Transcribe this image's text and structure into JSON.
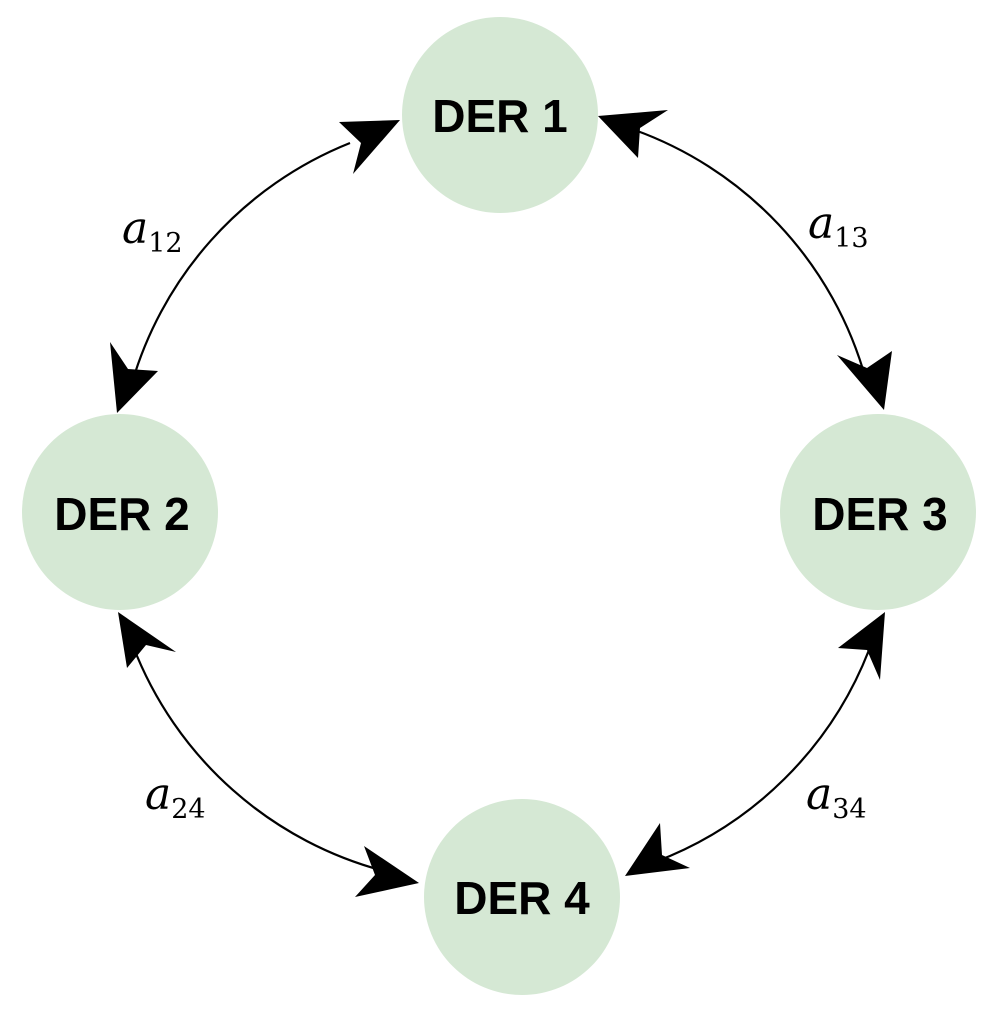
{
  "nodes": [
    {
      "id": "der1",
      "label": "DER 1"
    },
    {
      "id": "der2",
      "label": "DER 2"
    },
    {
      "id": "der3",
      "label": "DER 3"
    },
    {
      "id": "der4",
      "label": "DER 4"
    }
  ],
  "edges": [
    {
      "id": "e12",
      "from": "der1",
      "to": "der2",
      "direction": "bidirectional",
      "label_symbol": "a",
      "label_subscript": "12"
    },
    {
      "id": "e13",
      "from": "der1",
      "to": "der3",
      "direction": "bidirectional",
      "label_symbol": "a",
      "label_subscript": "13"
    },
    {
      "id": "e24",
      "from": "der2",
      "to": "der4",
      "direction": "bidirectional",
      "label_symbol": "a",
      "label_subscript": "24"
    },
    {
      "id": "e34",
      "from": "der3",
      "to": "der4",
      "direction": "bidirectional",
      "label_symbol": "a",
      "label_subscript": "34"
    }
  ],
  "colors": {
    "node_fill": "#d5e8d4",
    "edge": "#000000",
    "text": "#000000"
  }
}
